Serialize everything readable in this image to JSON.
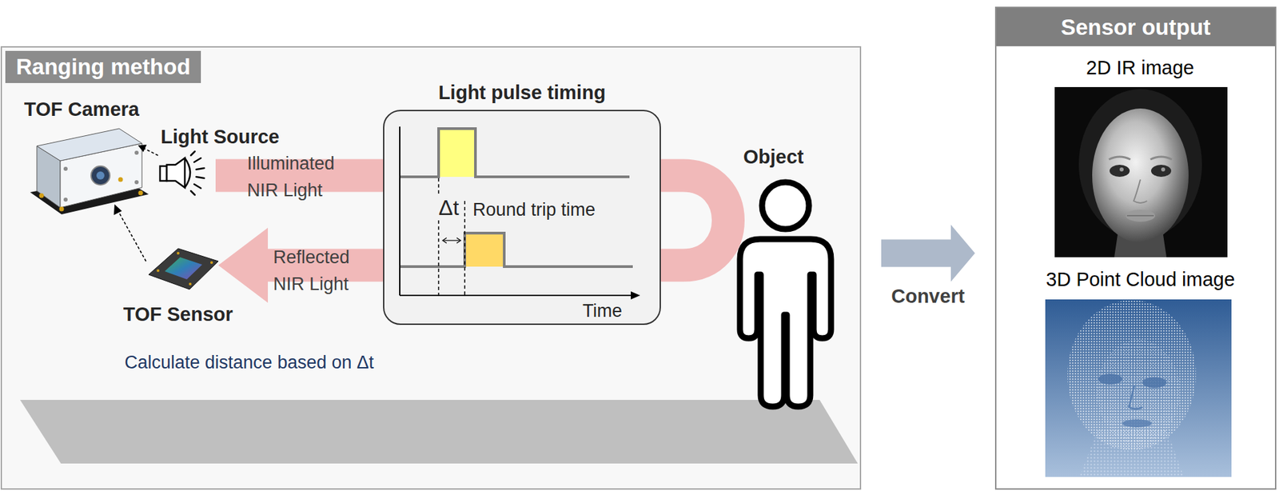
{
  "diagram": {
    "nodes": [
      {
        "text": [
          "Ranging method"
        ]
      },
      {
        "text": [
          "Light pulse timing"
        ],
        "in": 0
      },
      {
        "text": [
          "Sensor output"
        ]
      }
    ],
    "edges": [
      {
        "from": 0,
        "to": 2,
        "arrow": "to",
        "label": "Convert"
      }
    ],
    "labels": [
      "TOF Camera",
      "Light Source",
      "Illuminated NIR Light",
      "Reflected NIR Light",
      "TOF Sensor",
      "Δt",
      "Round trip time",
      "Time",
      "Object",
      "Calculate distance based on Δt",
      "2D IR image",
      "3D Point Cloud image"
    ]
  }
}
